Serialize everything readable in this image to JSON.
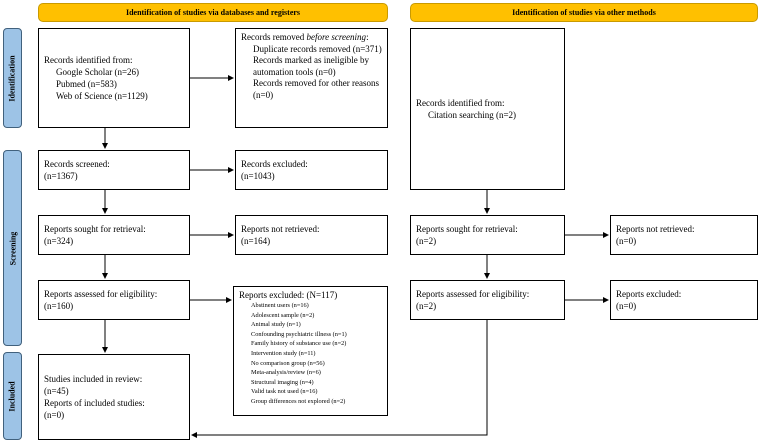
{
  "headers": {
    "databases": "Identification of studies via databases and registers",
    "other": "Identification of studies via other methods"
  },
  "phases": {
    "identification": "Identification",
    "screening": "Screening",
    "included": "Included"
  },
  "colors": {
    "header": "#FFC000",
    "phase": "#9DC3E6"
  },
  "db": {
    "identified": {
      "title": "Records identified from:",
      "items": [
        "Google Scholar (n=26)",
        "Pubmed (n=583)",
        "Web of Science (n=1129)"
      ]
    },
    "removed": {
      "title_a": "Records removed ",
      "title_b": "before screening",
      "title_c": ":",
      "items": [
        "Duplicate records removed (n=371)",
        "Records marked as ineligible by automation tools (n=0)",
        "Records removed for other reasons (n=0)"
      ]
    },
    "screened": {
      "title": "Records screened:",
      "n": "(n=1367)"
    },
    "excluded": {
      "title": "Records excluded:",
      "n": "(n=1043)"
    },
    "sought": {
      "title": "Reports sought for retrieval:",
      "n": "(n=324)"
    },
    "not_retrieved": {
      "title": "Reports not retrieved:",
      "n": "(n=164)"
    },
    "assessed": {
      "title": "Reports assessed for eligibility:",
      "n": "(n=160)"
    },
    "reports_excluded": {
      "title": "Reports excluded: (N=117)",
      "items": [
        "Abstinent users (n=16)",
        "Adolescent sample (n=2)",
        "Animal study (n=1)",
        "Confounding psychiatric illness (n=1)",
        "Family history of substance use (n=2)",
        "Intervention study (n=11)",
        "No comparison group (n=56)",
        "Meta-analysis/review (n=6)",
        "Structural imaging (n=4)",
        "Valid task not used (n=16)",
        "Group differences not explored (n=2)"
      ]
    },
    "included": {
      "studies": "Studies included in review:",
      "studies_n": "(n=45)",
      "reports": "Reports of included studies:",
      "reports_n": "(n=0)"
    }
  },
  "other": {
    "identified": {
      "title": "Records identified from:",
      "item": "Citation searching (n=2)"
    },
    "sought": {
      "title": "Reports sought for retrieval:",
      "n": "(n=2)"
    },
    "not_retrieved": {
      "title": "Reports not retrieved:",
      "n": "(n=0)"
    },
    "assessed": {
      "title": "Reports assessed for eligibility:",
      "n": "(n=2)"
    },
    "excluded": {
      "title": "Reports excluded:",
      "n": "(n=0)"
    }
  }
}
